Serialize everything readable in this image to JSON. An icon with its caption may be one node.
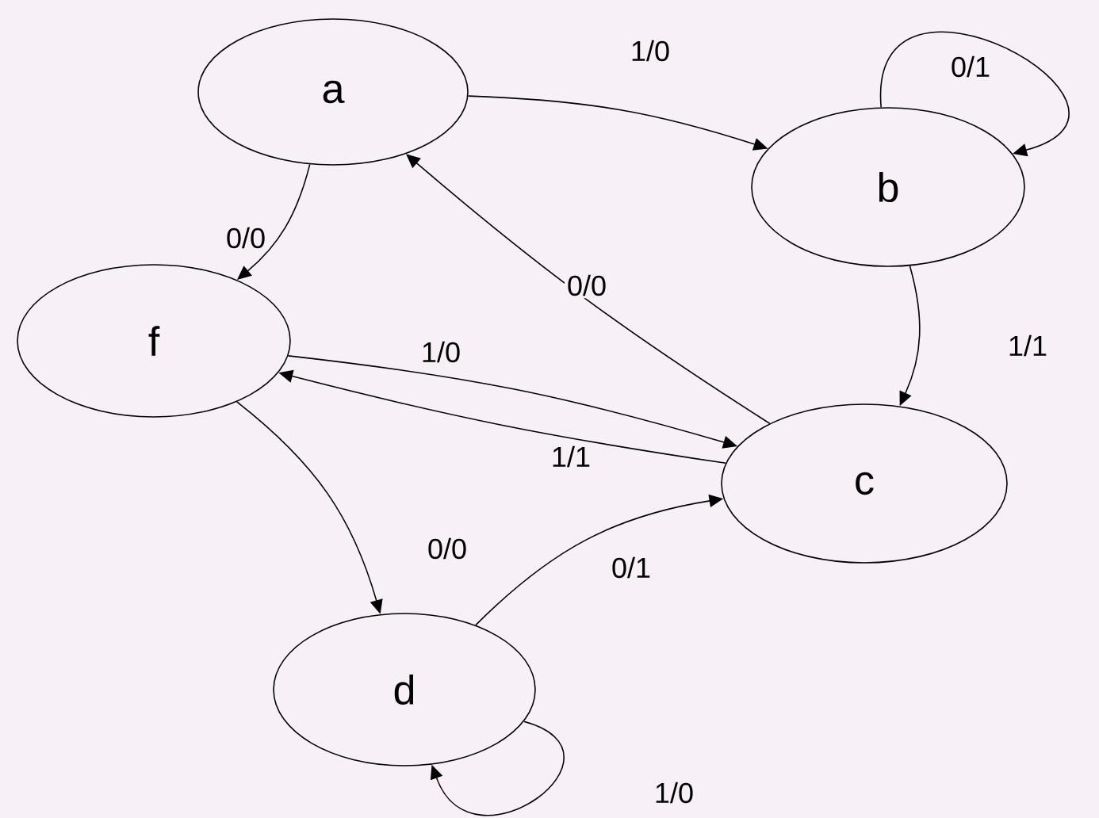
{
  "diagram": {
    "nodes": [
      {
        "text": [
          "a"
        ]
      },
      {
        "text": [
          "b"
        ]
      },
      {
        "text": [
          "f"
        ]
      },
      {
        "text": [
          "c"
        ]
      },
      {
        "text": [
          "d"
        ]
      }
    ],
    "edges": [
      {
        "from": 0,
        "to": 1,
        "arrow": "to",
        "label": "1/0"
      },
      {
        "from": 1,
        "to": 1,
        "arrow": "to",
        "label": "0/1"
      },
      {
        "from": 1,
        "to": 3,
        "arrow": "to",
        "label": "1/1"
      },
      {
        "from": 0,
        "to": 2,
        "arrow": "to",
        "label": "0/0"
      },
      {
        "from": 3,
        "to": 0,
        "arrow": "to",
        "label": "0/0"
      },
      {
        "from": 2,
        "to": 3,
        "arrow": "to",
        "label": "1/0"
      },
      {
        "from": 3,
        "to": 2,
        "arrow": "to",
        "label": "1/1"
      },
      {
        "from": 2,
        "to": 4,
        "arrow": "to",
        "label": "0/0"
      },
      {
        "from": 4,
        "to": 3,
        "arrow": "to",
        "label": "0/1"
      },
      {
        "from": 4,
        "to": 4,
        "arrow": "to",
        "label": "1/0"
      }
    ]
  }
}
